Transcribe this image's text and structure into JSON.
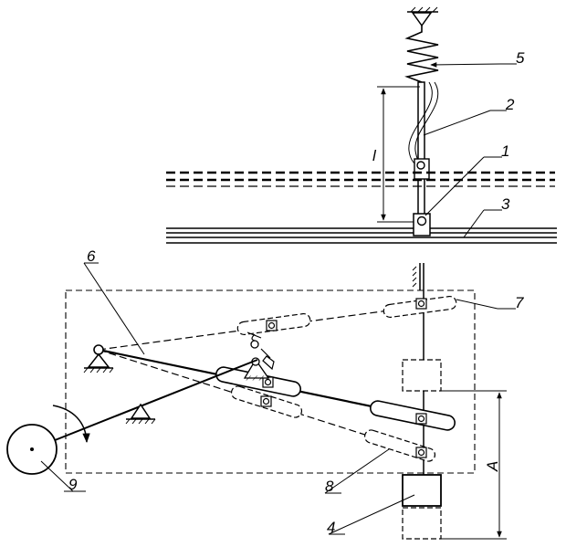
{
  "labels": {
    "l1": "1",
    "l2": "2",
    "l3": "3",
    "l4": "4",
    "l5": "5",
    "l6": "6",
    "l7": "7",
    "l8": "8",
    "l9": "9",
    "dim_l": "l",
    "dim_A": "A"
  },
  "colors": {
    "ink": "#000000",
    "paper": "#ffffff"
  }
}
